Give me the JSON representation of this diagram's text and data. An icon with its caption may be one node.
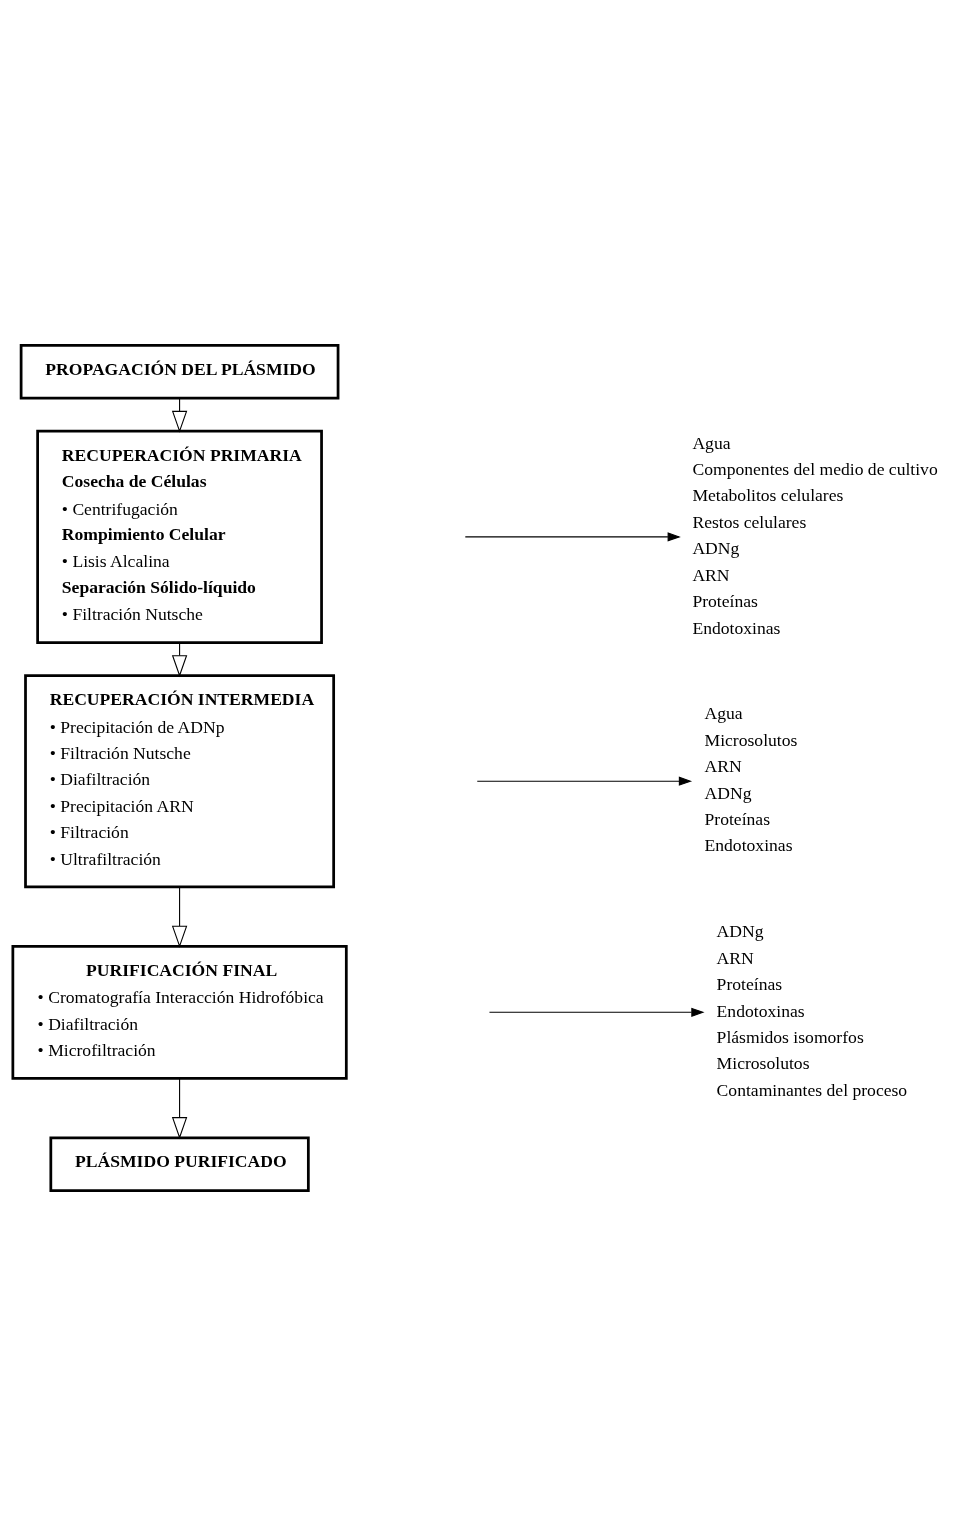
{
  "diagram": {
    "nodes": [
      {
        "text": [
          "PROPAGACIÓN DEL PLÁSMIDO"
        ]
      },
      {
        "text": [
          "RECUPERACIÓN PRIMARIA",
          "Cosecha de Células",
          "• Centrifugación",
          "Rompimiento Celular",
          "• Lisis Alcalina",
          "Separación Sólido-líquido",
          "• Filtración Nutsche"
        ]
      },
      {
        "text": [
          "RECUPERACIÓN INTERMEDIA",
          "• Precipitación de ADNp",
          "• Filtración Nutsche",
          "• Diafiltración",
          "• Precipitación ARN",
          "• Filtración",
          "• Ultrafiltración"
        ]
      },
      {
        "text": [
          "PURIFICACIÓN FINAL",
          "• Cromatografía Interacción Hidrofóbica",
          "• Diafiltración",
          "• Microfiltración"
        ]
      },
      {
        "text": [
          "PLÁSMIDO PURIFICADO"
        ]
      },
      {
        "text": [
          "Agua",
          "Componentes del medio de cultivo",
          "Metabolitos celulares",
          "Restos celulares",
          "ADNg",
          "ARN",
          "Proteínas",
          "Endotoxinas"
        ]
      },
      {
        "text": [
          "Agua",
          "Microsolutos",
          "ARN",
          "ADNg",
          "Proteínas",
          "Endotoxinas"
        ]
      },
      {
        "text": [
          "ADNg",
          "ARN",
          "Proteínas",
          "Endotoxinas",
          "Plásmidos isomorfos",
          "Microsolutos",
          "Contaminantes del proceso"
        ]
      }
    ],
    "edges": [
      {
        "from": 0,
        "to": 1,
        "arrow": "to"
      },
      {
        "from": 1,
        "to": 2,
        "arrow": "to"
      },
      {
        "from": 2,
        "to": 3,
        "arrow": "to"
      },
      {
        "from": 3,
        "to": 4,
        "arrow": "to"
      },
      {
        "from": null,
        "to": 5,
        "arrow": "to"
      },
      {
        "from": null,
        "to": 6,
        "arrow": "to"
      },
      {
        "from": null,
        "to": 7,
        "arrow": "to"
      }
    ]
  }
}
